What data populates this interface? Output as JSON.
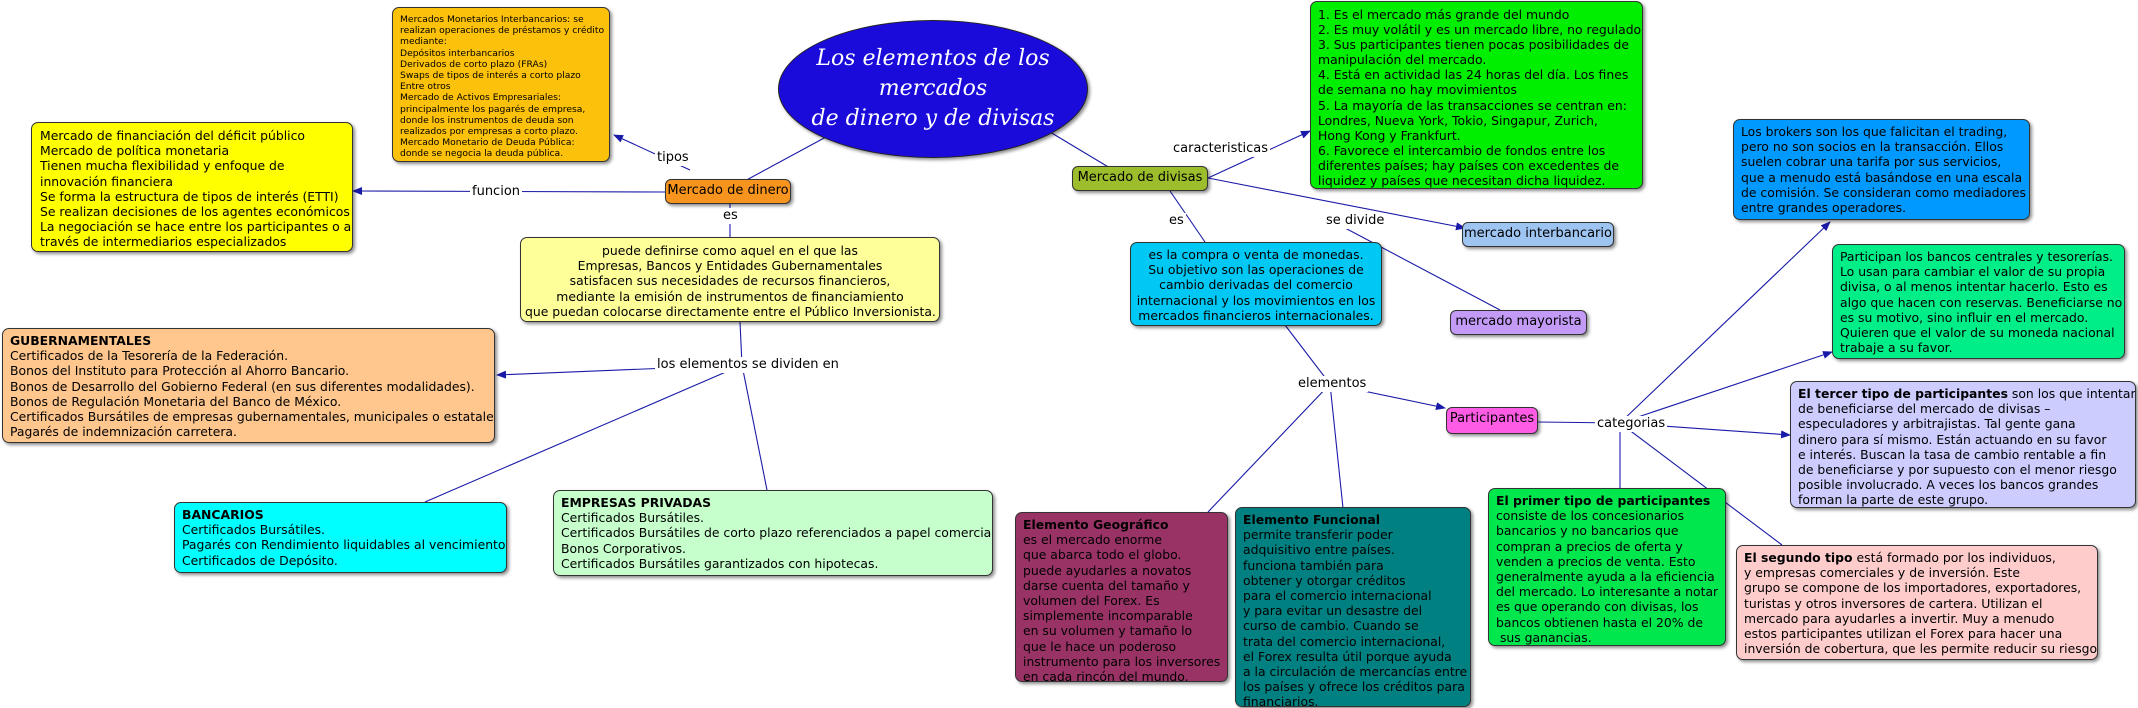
{
  "title": "Los elementos de los mercados de dinero y de divisas",
  "colors": {
    "title_bg": "#1a0bdb",
    "link": "#1a1aa8"
  },
  "nodes": {
    "mercado_dinero": "Mercado de dinero",
    "mercado_divisas": "Mercado de divisas",
    "participantes": "Participantes",
    "mercado_interbancario": "mercado interbancario",
    "mercado_mayorista": "mercado mayorista"
  },
  "labels": {
    "tipos": "tipos",
    "funcion": "funcion",
    "es_dinero": "es",
    "elementos_dividen": "los elementos se dividen en",
    "caracteristicas": "caracteristicas",
    "es_divisas": "es",
    "se_divide": "se divide",
    "elementos": "elementos",
    "categorias": "categorias"
  },
  "mercados_monetarios": [
    "Mercados Monetarios Interbancarios: se",
    "realizan operaciones de préstamos y crédito",
    "mediante:",
    "Depósitos interbancarios",
    "Derivados de corto plazo (FRAs)",
    "Swaps de tipos de interés a corto plazo",
    "Entre otros",
    "Mercado de Activos Empresariales:",
    "principalmente los pagarés de empresa,",
    "donde los instrumentos de deuda son",
    "realizados por empresas a corto plazo.",
    "Mercado Monetario de Deuda Pública:",
    "donde se negocia la deuda pública."
  ],
  "funcion_box": [
    "Mercado de financiación del déficit público",
    "Mercado de política monetaria",
    "Tienen mucha flexibilidad y enfoque de",
    "innovación financiera",
    "Se forma la estructura de tipos de interés (ETTI)",
    "Se realizan decisiones de los agentes económicos",
    "La negociación se hace entre los participantes o a",
    "través de intermediarios especializados"
  ],
  "definicion_dinero": [
    "puede definirse como aquel en el que las",
    "Empresas, Bancos y Entidades Gubernamentales",
    "satisfacen sus necesidades de recursos financieros,",
    "mediante la emisión de instrumentos de financiamiento",
    "que puedan colocarse directamente entre el Público Inversionista."
  ],
  "gubernamentales": {
    "heading": "GUBERNAMENTALES",
    "lines": [
      "Certificados de la Tesorería de la Federación.",
      "Bonos del Instituto para Protección al Ahorro Bancario.",
      "Bonos de Desarrollo del Gobierno Federal (en sus diferentes modalidades).",
      "Bonos de Regulación Monetaria del Banco de México.",
      "Certificados Bursátiles de empresas gubernamentales, municipales o estatales.",
      "Pagarés de indemnización carretera."
    ]
  },
  "bancarios": {
    "heading": "BANCARIOS",
    "lines": [
      "Certificados Bursátiles.",
      "Pagarés con Rendimiento liquidables al vencimiento.",
      "Certificados de Depósito."
    ]
  },
  "empresas": {
    "heading": "EMPRESAS PRIVADAS",
    "lines": [
      "Certificados Bursátiles.",
      "Certificados Bursátiles de corto plazo referenciados a papel comercial.",
      "Bonos Corporativos.",
      "Certificados Bursátiles garantizados con hipotecas."
    ]
  },
  "caracteristicas_box": [
    "1. Es el mercado más grande del mundo",
    "2. Es muy volátil y es un mercado libre, no regulado",
    "3. Sus participantes tienen pocas posibilidades de",
    "manipulación del mercado.",
    "4. Está en actividad las 24 horas del día. Los fines",
    "de semana no hay movimientos",
    "5. La mayoría de las transacciones se centran en:",
    "Londres, Nueva York, Tokio, Singapur, Zurich,",
    "Hong Kong y Frankfurt.",
    "6. Favorece el intercambio de fondos entre los",
    "diferentes países; hay países con excedentes de",
    "liquidez y países que necesitan dicha liquidez."
  ],
  "definicion_divisas": [
    "es la compra o venta de monedas.",
    "Su objetivo son las operaciones de",
    "cambio derivadas del comercio",
    "internacional y los movimientos en los",
    "mercados financieros internacionales."
  ],
  "geografico": {
    "heading": "Elemento Geográfico",
    "lines": [
      "es el mercado enorme",
      "que abarca todo el globo.",
      "puede ayudarles a novatos",
      "darse cuenta del tamaño y",
      "volumen del Forex. Es",
      "simplemente incomparable",
      "en su volumen y tamaño lo",
      "que le hace un poderoso",
      "instrumento para los inversores",
      "en cada rincón del mundo."
    ]
  },
  "funcional": {
    "heading": "Elemento Funcional",
    "lines": [
      "permite transferir poder",
      "adquisitivo entre países.",
      "funciona también para",
      "obtener y otorgar créditos",
      "para el comercio internacional",
      "y para evitar un desastre del",
      "curso de cambio. Cuando se",
      "trata del comercio internacional,",
      "el Forex resulta útil porque ayuda",
      "a la circulación de mercancías entre",
      "los países y ofrece los créditos para",
      "financiarios."
    ]
  },
  "primer_tipo": {
    "heading": "El primer tipo de participantes",
    "lines": [
      "consiste de los concesionarios",
      "bancarios y no bancarios que",
      "compran a precios de oferta y",
      "venden a precios de venta. Esto",
      "generalmente ayuda a la eficiencia",
      "del mercado. Lo interesante a notar",
      "es que operando con divisas, los",
      "bancos obtienen hasta el 20% de",
      " sus ganancias."
    ]
  },
  "segundo_tipo": {
    "heading": "El segundo tipo",
    "first_rest": " está formado por los individuos,",
    "lines": [
      "y empresas comerciales y de inversión. Este",
      "grupo se compone de los importadores, exportadores,",
      "turistas y otros inversores de cartera. Utilizan el",
      "mercado para ayudarles a invertir. Muy a menudo",
      "estos participantes utilizan el Forex para hacer una",
      "inversión de cobertura, que les permite reducir su riesgo."
    ]
  },
  "tercer_tipo": {
    "heading": "El tercer tipo de participantes",
    "first_rest": " son los que intentan",
    "lines": [
      "de beneficiarse del mercado de divisas –",
      "especuladores y arbitrajistas. Tal gente gana",
      "dinero para sí mismo. Están actuando en su favor",
      "e interés. Buscan la tasa de cambio rentable a fin",
      "de beneficiarse y por supuesto con el menor riesgo",
      "posible involucrado. A veces los bancos grandes",
      "forman la parte de este grupo."
    ]
  },
  "brokers": [
    "Los brokers son los que falicitan el trading,",
    "pero no son socios en la transacción. Ellos",
    "suelen cobrar una tarifa por sus servicios,",
    "que a menudo está basándose en una escala",
    "de comisión. Se consideran como mediadores",
    "entre grandes operadores."
  ],
  "bancos_centrales": [
    "Participan los bancos centrales y tesorerías.",
    "Lo usan para cambiar el valor de su propia",
    "divisa, o al menos intentar hacerlo. Esto es",
    "algo que hacen con reservas. Beneficiarse no",
    "es su motivo, sino influir en el mercado.",
    "Quieren que el valor de su moneda nacional",
    "trabaje a su favor."
  ]
}
